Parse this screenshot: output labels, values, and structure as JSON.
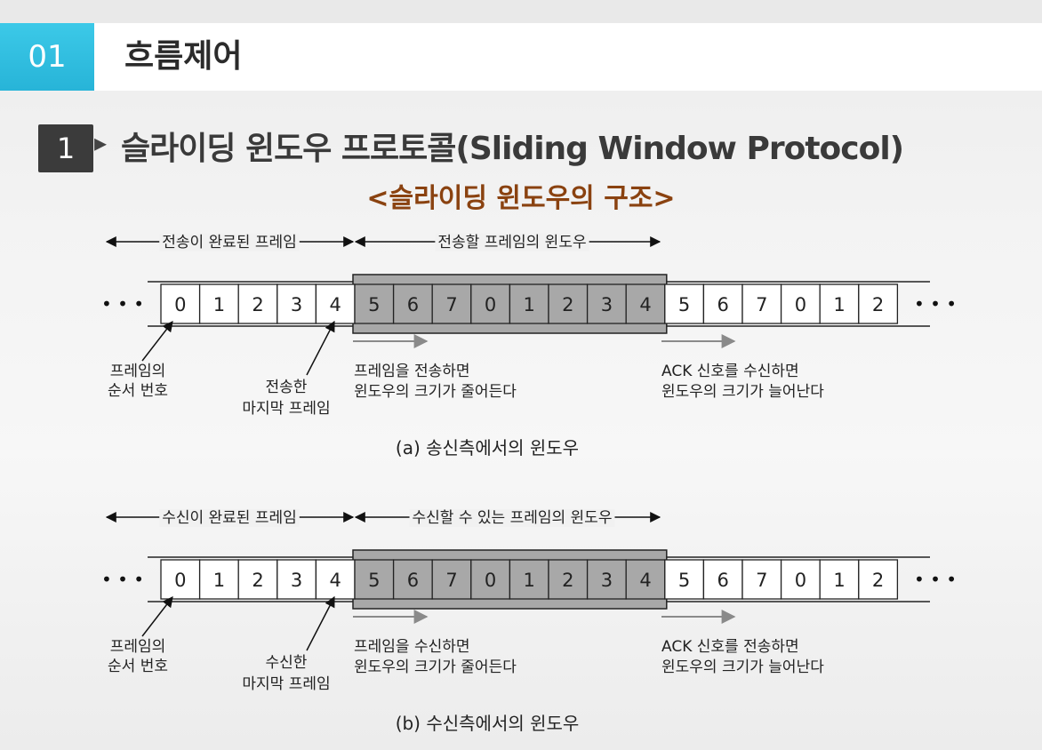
{
  "header": {
    "number": "01",
    "title": "흐름제어"
  },
  "section": {
    "number": "1",
    "title": "슬라이딩 윈도우 프로토콜(Sliding Window Protocol)"
  },
  "subtitle": "<슬라이딩 윈도우의 구조>",
  "frames": [
    "0",
    "1",
    "2",
    "3",
    "4",
    "5",
    "6",
    "7",
    "0",
    "1",
    "2",
    "3",
    "4",
    "5",
    "6",
    "7",
    "0",
    "1",
    "2"
  ],
  "ellipsis": "• • •",
  "diagrams": [
    {
      "left_span": "전송이 완료된 프레임",
      "right_span": "전송할 프레임의 윈도우",
      "seq_label": [
        "프레임의",
        "순서 번호"
      ],
      "last_label": [
        "전송한",
        "마지막 프레임"
      ],
      "shrink_note": [
        "프레임을 전송하면",
        "윈도우의 크기가 줄어든다"
      ],
      "grow_note": [
        "ACK 신호를 수신하면",
        "윈도우의 크기가 늘어난다"
      ],
      "caption": "(a) 송신측에서의 윈도우"
    },
    {
      "left_span": "수신이 완료된 프레임",
      "right_span": "수신할 수 있는 프레임의 윈도우",
      "seq_label": [
        "프레임의",
        "순서 번호"
      ],
      "last_label": [
        "수신한",
        "마지막 프레임"
      ],
      "shrink_note": [
        "프레임을 수신하면",
        "윈도우의 크기가 줄어든다"
      ],
      "grow_note": [
        "ACK 신호를 전송하면",
        "윈도우의 크기가 늘어난다"
      ],
      "caption": "(b) 수신측에서의 윈도우"
    }
  ],
  "colors": {
    "accent": "#2bb8dc",
    "subtitle": "#8a4210",
    "window": "#a8a8a8"
  }
}
